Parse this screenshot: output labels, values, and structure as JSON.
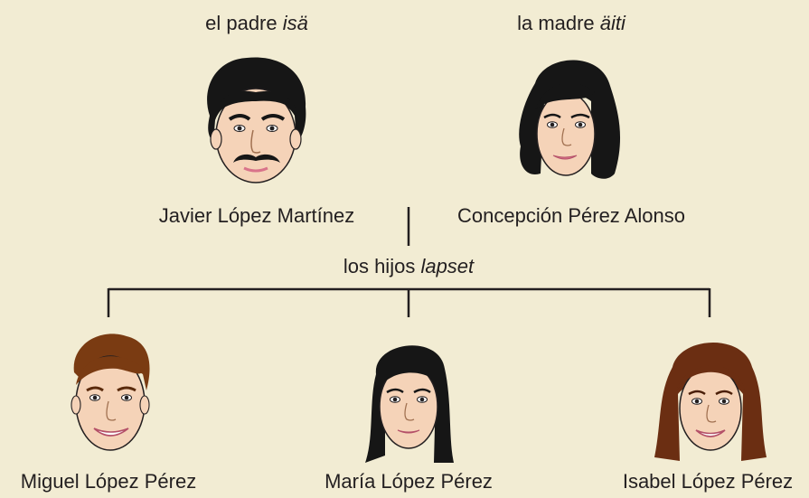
{
  "parents": {
    "father": {
      "label_prefix": "el padre",
      "label_term": "isä",
      "name": "Javier López Martínez"
    },
    "mother": {
      "label_prefix": "la madre",
      "label_term": "äiti",
      "name": "Concepción Pérez Alonso"
    }
  },
  "children_label": {
    "prefix": "los hijos",
    "term": "lapset"
  },
  "children": [
    {
      "name": "Miguel López Pérez"
    },
    {
      "name": "María López Pérez"
    },
    {
      "name": "Isabel López Pérez"
    }
  ],
  "colors": {
    "background": "#f2ecd3",
    "line": "#231f20",
    "skin": "#f5d3b8",
    "dark_hair": "#161616",
    "brown_hair": "#7a3b12",
    "auburn_hair": "#6b2e12",
    "lips": "#d9738a"
  }
}
